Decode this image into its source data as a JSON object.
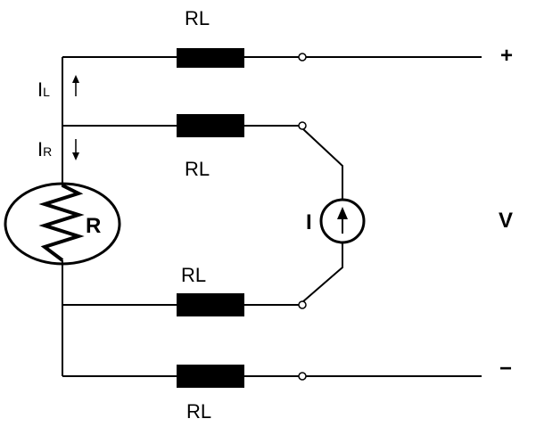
{
  "diagram": {
    "resistor_labels": [
      "RL",
      "RL",
      "RL",
      "RL"
    ],
    "rtd_label": "R",
    "current_source_label": "I",
    "voltage_label": "V",
    "plus_sign": "+",
    "minus_sign": "−",
    "il_main": "I",
    "il_sub": "L",
    "ir_main": "I",
    "ir_sub": "R"
  }
}
